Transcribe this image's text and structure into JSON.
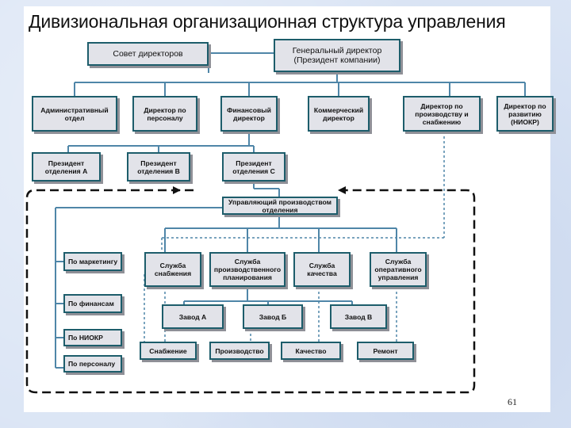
{
  "slide": {
    "title": "Дивизиональная организационная структура управления",
    "page_number": "61"
  },
  "boxes": {
    "board": "Совет директоров",
    "ceo": "Генеральный директор\n(Президент компании)",
    "admin": "Административный\nотдел",
    "hr_director": "Директор по\nперсоналу",
    "cfo": "Финансовый\nдиректор",
    "commercial": "Коммерческий\nдиректор",
    "production_director": "Директор по\nпроизводству и\nснабжению",
    "rnd_director": "Директор по\nразвитию\n(НИОКР)",
    "president_a": "Президент\nотделения А",
    "president_b": "Президент\nотделения В",
    "president_c": "Президент\nотделения С",
    "division_manager": "Управляющий производством\nотделения",
    "marketing": "По маркетингу",
    "finance": "По финансам",
    "rnd": "По НИОКР",
    "personnel": "По персоналу",
    "supply_service": "Служба\nснабжения",
    "planning_service": "Служба\nпроизводственного\nпланирования",
    "quality_service": "Служба\nкачества",
    "operations_service": "Служба\nоперативного\nуправления",
    "plant_a": "Завод А",
    "plant_b": "Завод Б",
    "plant_c": "Завод В",
    "supply": "Снабжение",
    "production": "Производство",
    "quality": "Качество",
    "repair": "Ремонт"
  }
}
